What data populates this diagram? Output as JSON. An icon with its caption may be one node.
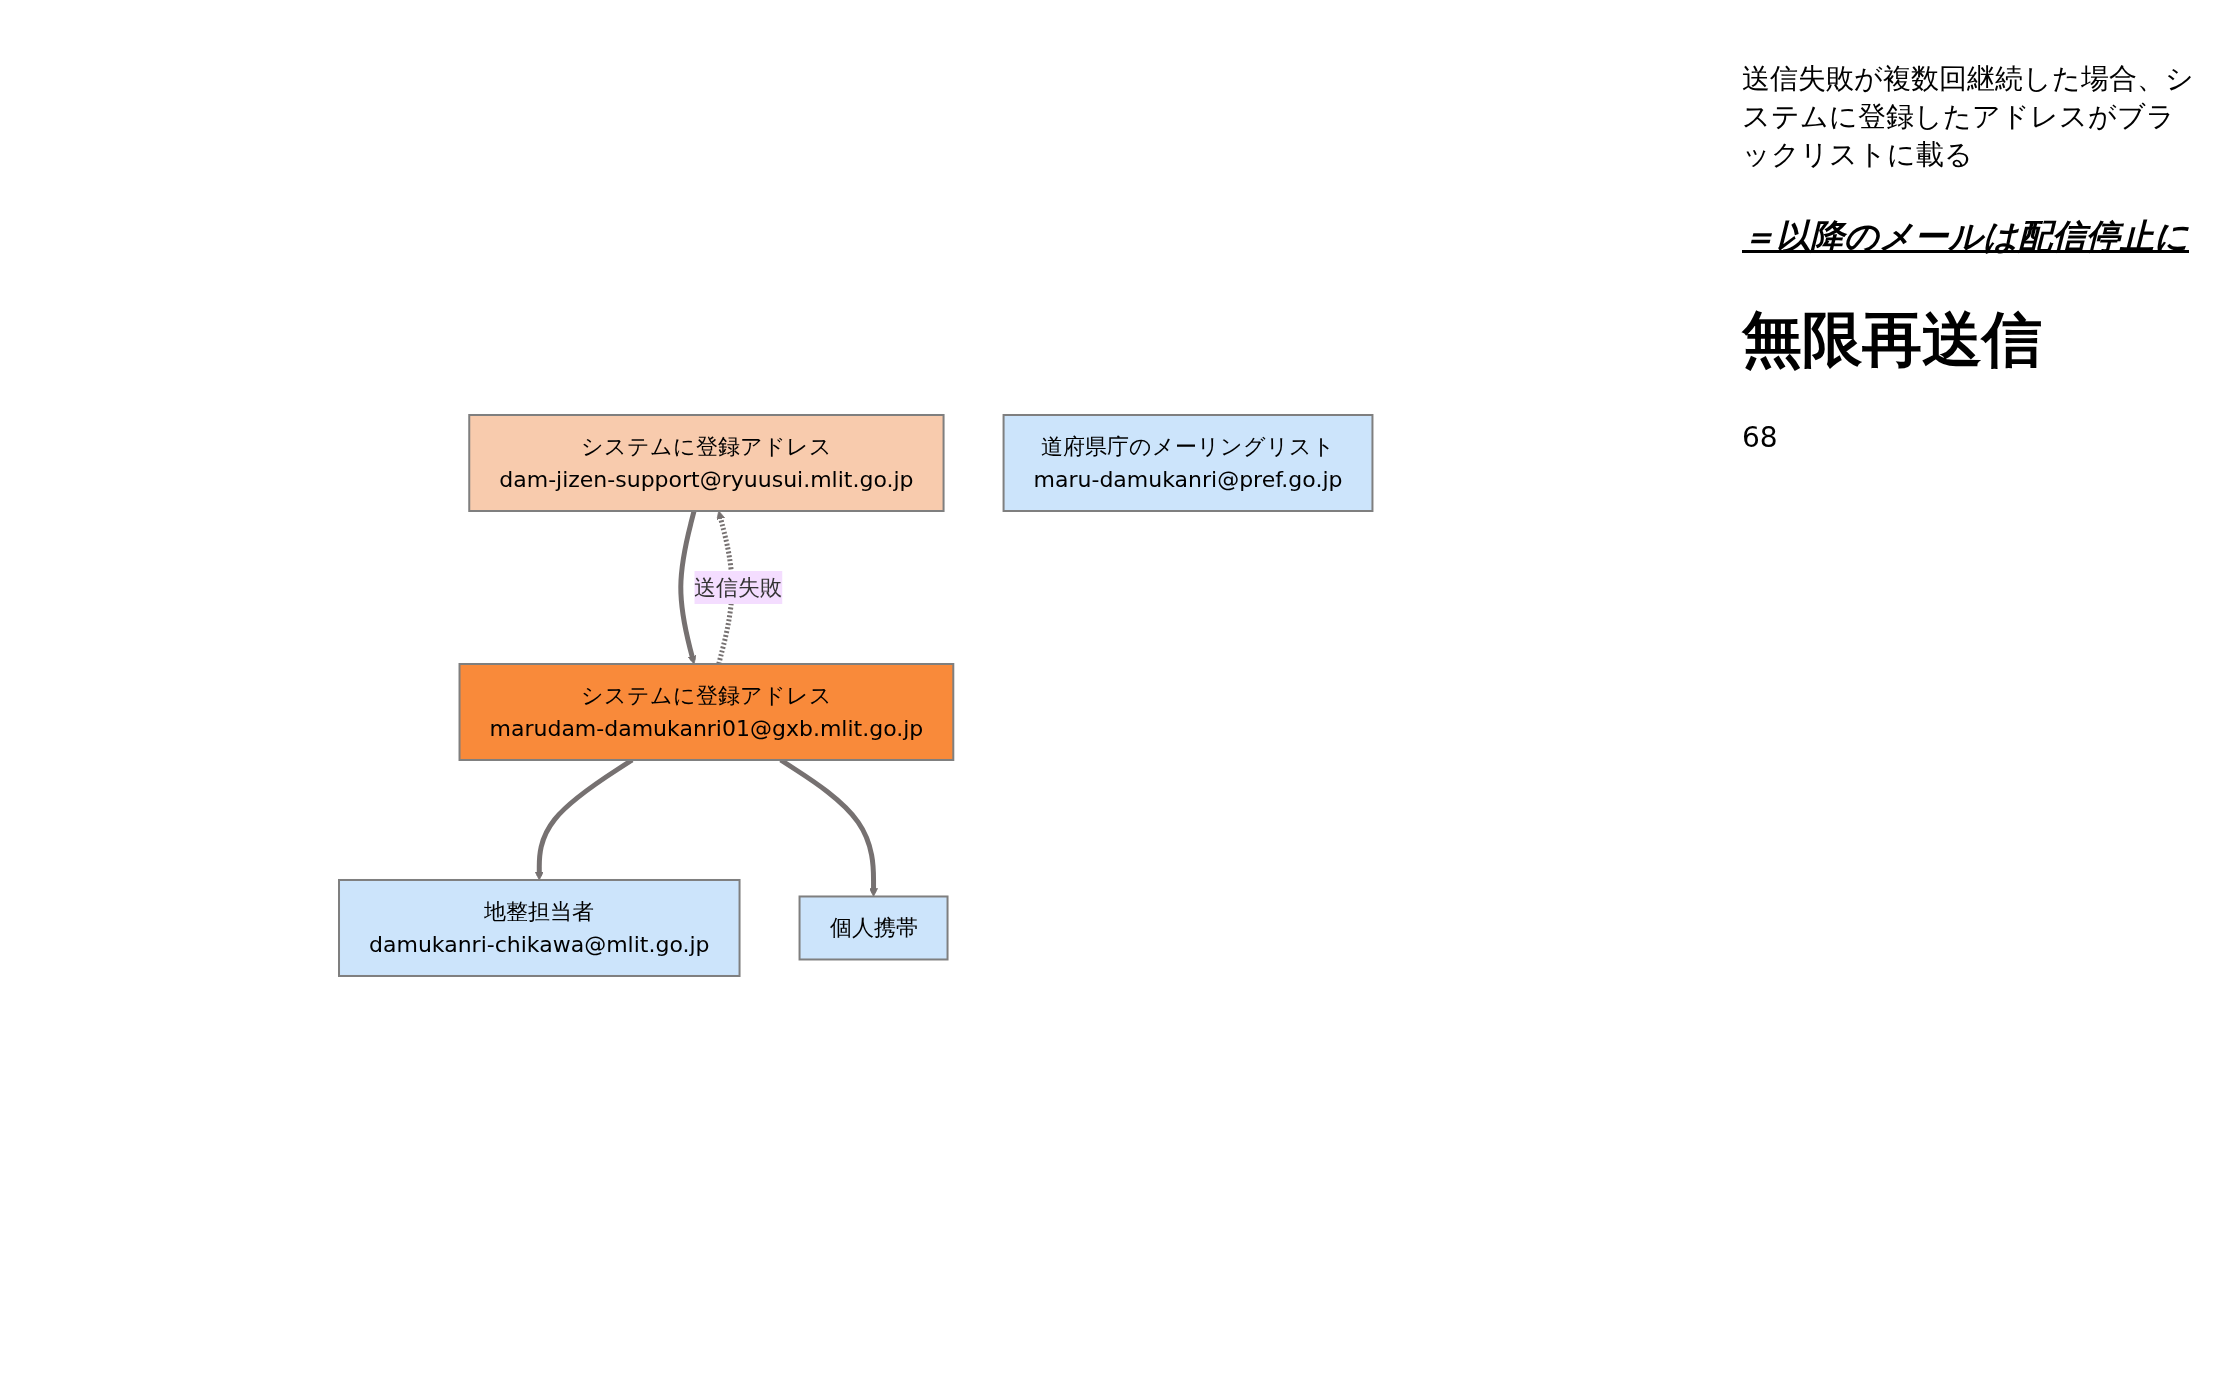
{
  "diagram": {
    "nodes": [
      {
        "text": [
          "システムに登録アドレス",
          "dam-jizen-support@ryuusui.mlit.go.jp"
        ]
      },
      {
        "text": [
          "システムに登録アドレス",
          "marudam-damukanri01@gxb.mlit.go.jp"
        ]
      },
      {
        "text": [
          "地整担当者",
          "damukanri-chikawa@mlit.go.jp"
        ]
      },
      {
        "text": [
          "個人携帯"
        ]
      },
      {
        "text": [
          "道府県庁のメーリングリスト",
          "maru-damukanri@pref.go.jp"
        ]
      }
    ],
    "edges": [
      {
        "from": 0,
        "to": 1,
        "arrow": "to"
      },
      {
        "from": 1,
        "to": 0,
        "arrow": "to",
        "style": "dashed",
        "label": "送信失敗"
      },
      {
        "from": 1,
        "to": 2,
        "arrow": "to"
      },
      {
        "from": 1,
        "to": 3,
        "arrow": "to"
      }
    ],
    "labels": [
      "送信失敗が複数回継続した場合、システムに登録したアドレスがブラックリストに載る",
      "＝以降のメールは配信停止に",
      "無限再送信",
      "68"
    ]
  }
}
